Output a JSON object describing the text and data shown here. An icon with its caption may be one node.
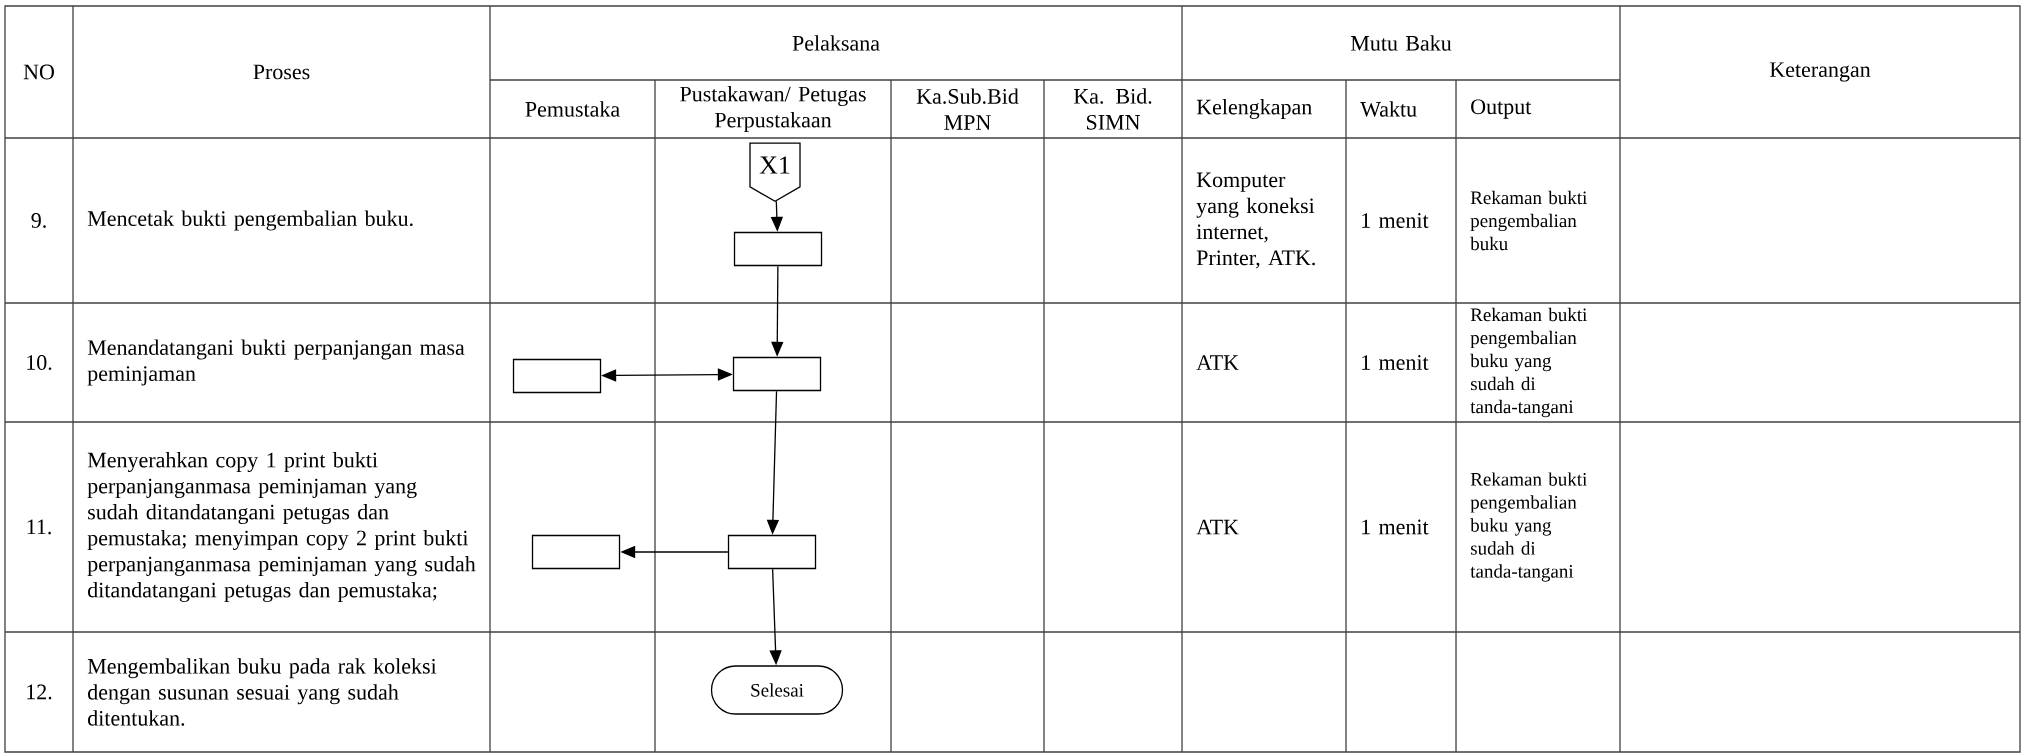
{
  "diagram": {
    "nodes": [
      {
        "text": [
          "X1"
        ]
      },
      {
        "text": [],
        "shape": "box"
      },
      {
        "text": [],
        "shape": "box"
      },
      {
        "text": [],
        "shape": "box"
      },
      {
        "text": [],
        "shape": "box"
      },
      {
        "text": [],
        "shape": "box"
      },
      {
        "text": [
          "Selesai"
        ]
      }
    ],
    "edges": [
      {
        "from": 0,
        "to": 1,
        "arrow": "to"
      },
      {
        "from": 1,
        "to": 3,
        "arrow": "to"
      },
      {
        "from": 3,
        "to": 2,
        "arrow": "both"
      },
      {
        "from": 3,
        "to": 5,
        "arrow": "to"
      },
      {
        "from": 5,
        "to": 4,
        "arrow": "to"
      },
      {
        "from": 5,
        "to": 6,
        "arrow": "to"
      }
    ],
    "labels": [
      "NO",
      "Proses",
      "Pelaksana",
      "Mutu Baku",
      "Keterangan",
      "Pemustaka",
      "Pustakawan/ Petugas Perpustakaan",
      "Ka.Sub.Bid MPN",
      "Ka. Bid. SIMN",
      "Kelengkapan",
      "Waktu",
      "Output",
      "9.",
      "Mencetak bukti pengembalian buku.",
      "Komputer yang koneksi internet, Printer, ATK.",
      "1 menit",
      "Rekaman bukti pengembalian buku",
      "10.",
      "Menandatangani bukti perpanjangan masa peminjaman",
      "ATK",
      "1 menit",
      "Rekaman bukti pengembalian buku yang sudah di tanda-tangani",
      "11.",
      "Menyerahkan copy 1 print bukti perpanjanganmasa peminjaman yang sudah ditandatangani petugas dan pemustaka; menyimpan copy 2 print bukti perpanjanganmasa peminjaman yang sudah ditandatangani petugas dan pemustaka;",
      "ATK",
      "1 menit",
      "Rekaman bukti pengembalian buku yang sudah di tanda-tangani",
      "12.",
      "Mengembalikan buku pada rak koleksi dengan susunan sesuai yang sudah ditentukan."
    ]
  }
}
